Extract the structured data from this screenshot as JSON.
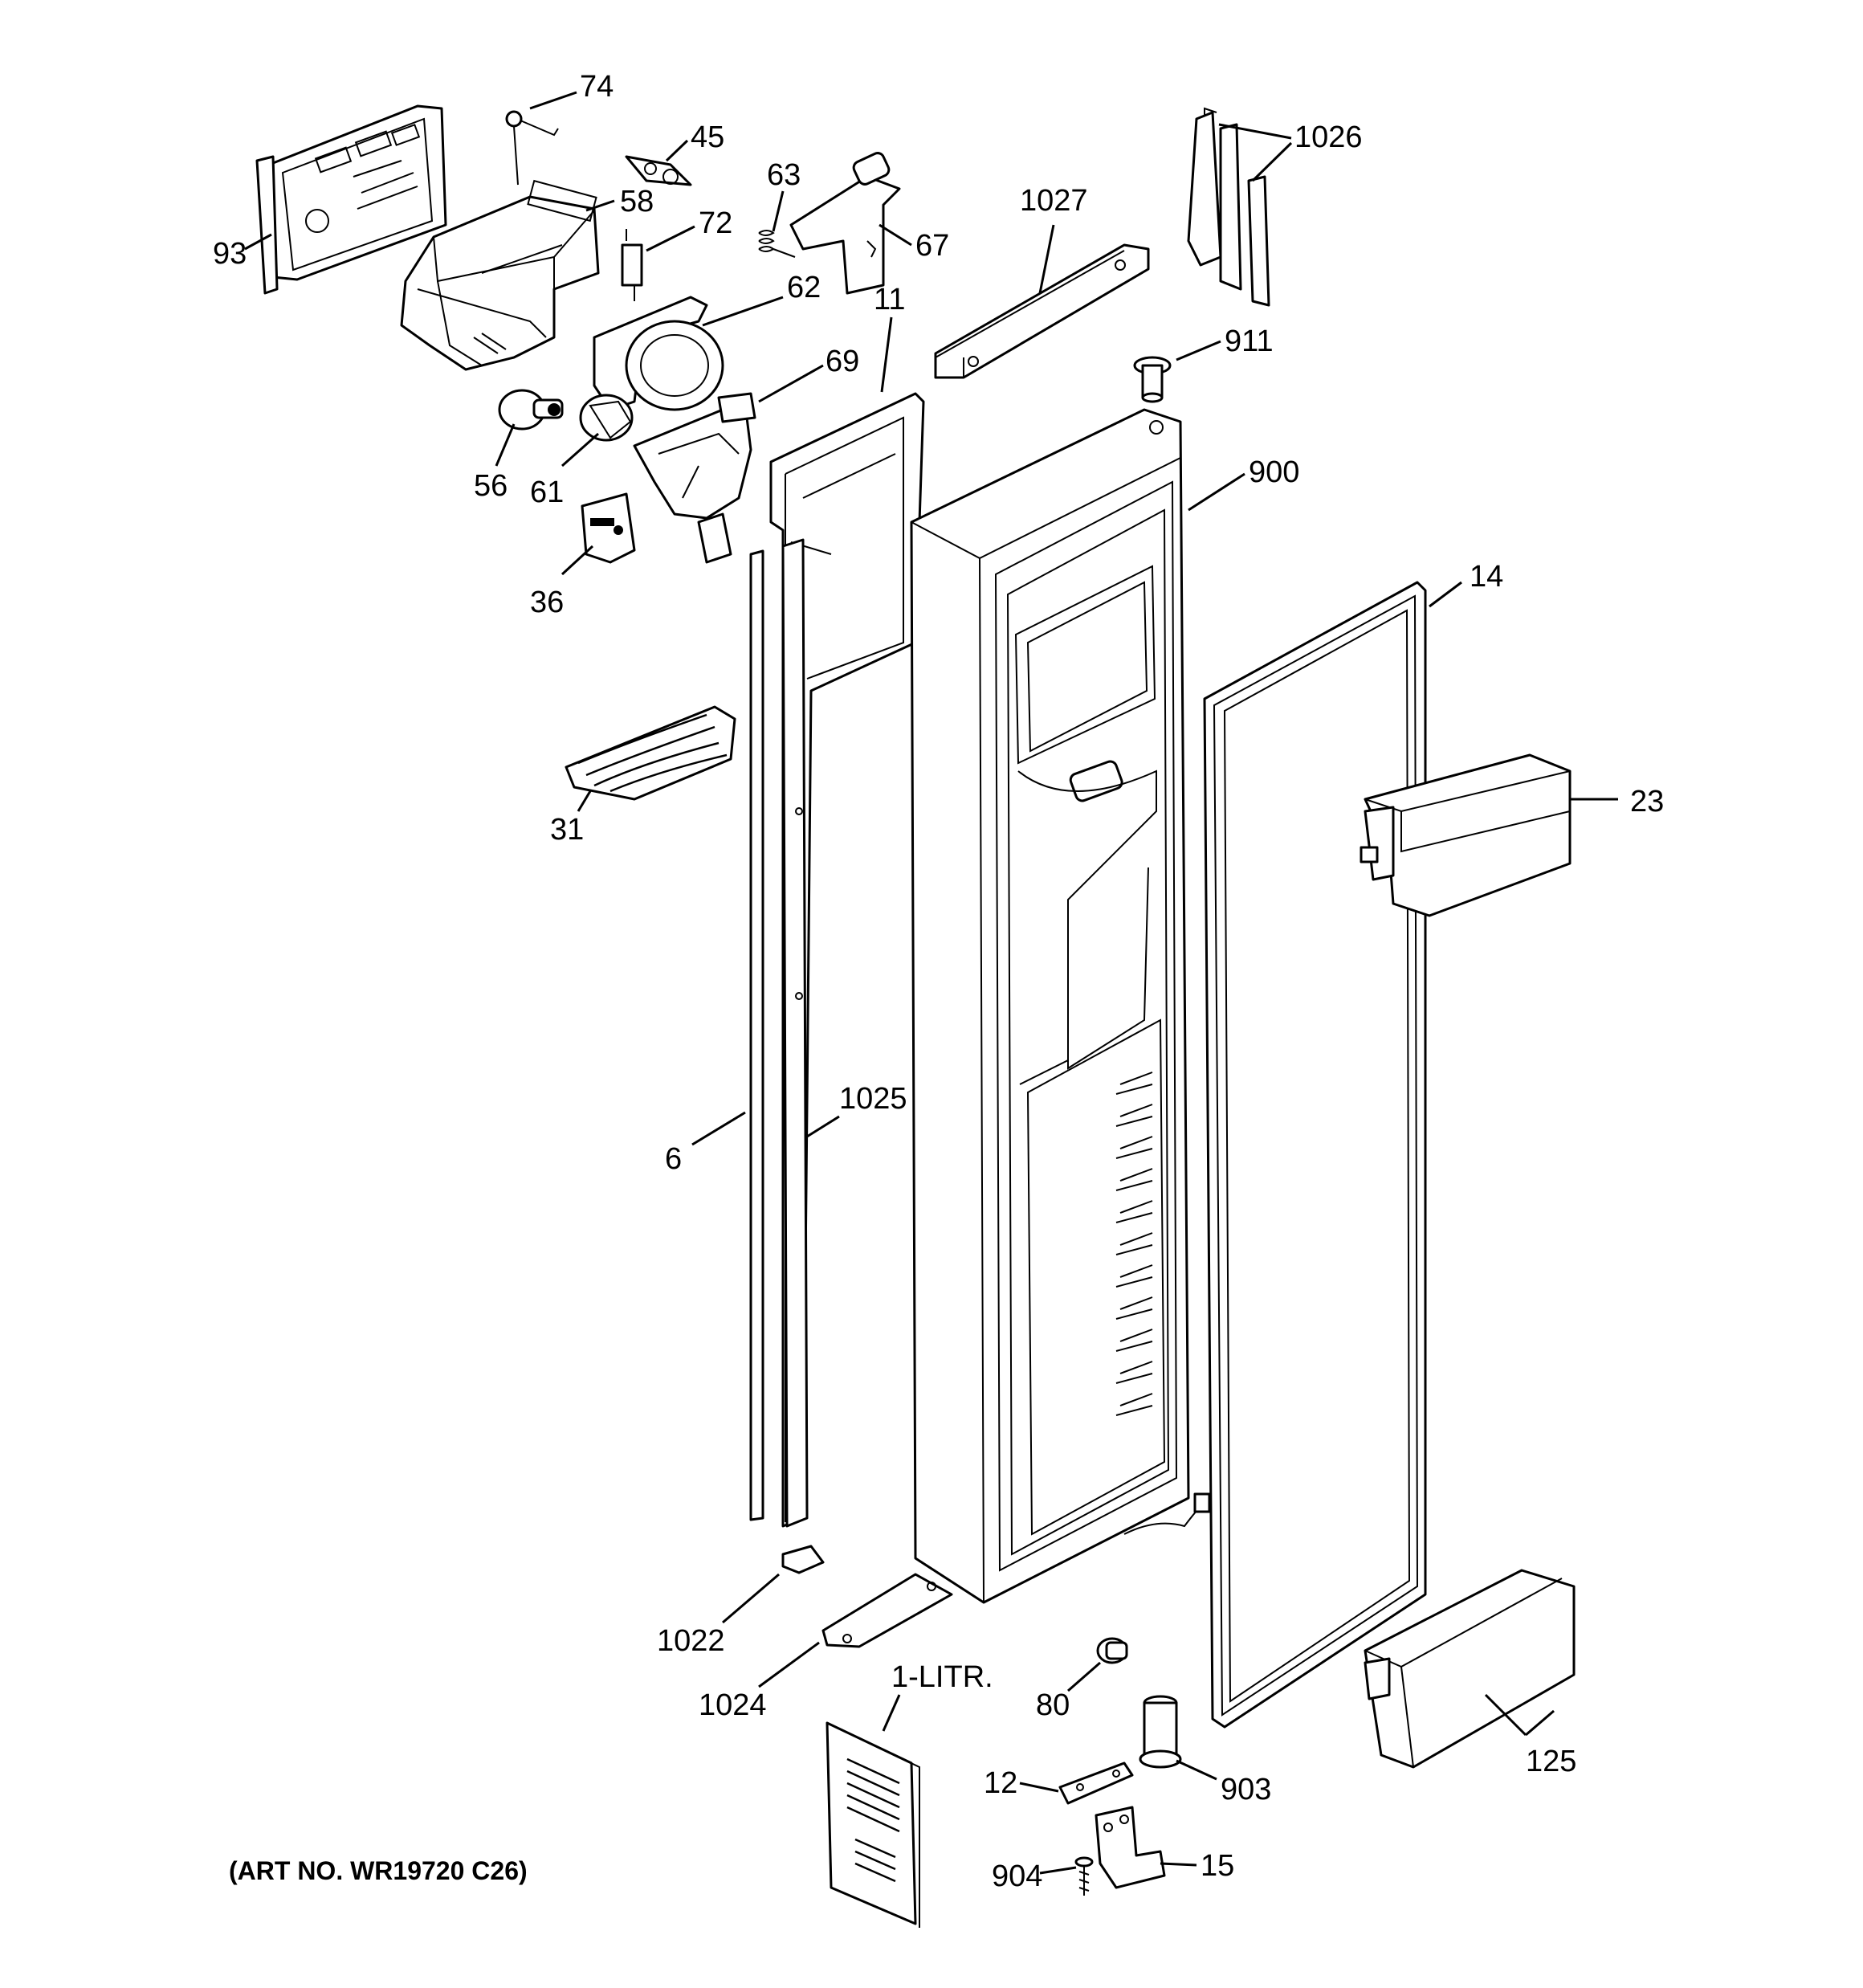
{
  "labels": {
    "p74": "74",
    "p45": "45",
    "p63": "63",
    "p93": "93",
    "p58": "58",
    "p72": "72",
    "p67": "67",
    "p1027": "1027",
    "p1026": "1026",
    "p11": "11",
    "p62": "62",
    "p911": "911",
    "p69": "69",
    "p56": "56",
    "p61": "61",
    "p900": "900",
    "p36": "36",
    "p14": "14",
    "p23": "23",
    "p31": "31",
    "p1025": "1025",
    "p6": "6",
    "p1022": "1022",
    "p1024": "1024",
    "p1litr": "1-LITR.",
    "p80": "80",
    "p125": "125",
    "p12": "12",
    "p903": "903",
    "p904": "904",
    "p15": "15"
  },
  "footer": {
    "art_no": "(ART NO. WR19720 C26)"
  }
}
